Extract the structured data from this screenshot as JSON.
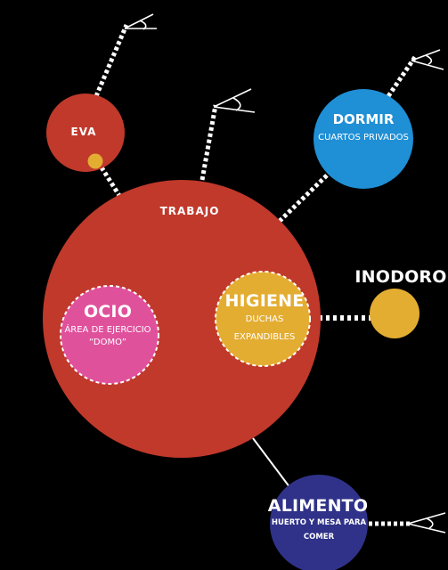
{
  "nodes": {
    "eva": {
      "label": "EVA"
    },
    "trabajo": {
      "label": "TRABAJO"
    },
    "dormir": {
      "label": "DORMIR",
      "sub": "CUARTOS PRIVADOS"
    },
    "inodoro": {
      "label": "INODORO"
    },
    "ocio": {
      "label": "OCIO",
      "sub1": "ÁREA DE EJERCICIO",
      "sub2": "“DOMO”"
    },
    "higiene": {
      "label": "HIGIENE",
      "sub1": "DUCHAS",
      "sub2": "EXPANDIBLES"
    },
    "alimento": {
      "label": "ALIMENTO",
      "sub1": "HUERTO Y MESA PARA",
      "sub2": "COMER"
    }
  },
  "colors": {
    "background": "#000000",
    "red": "#c0392b",
    "blue": "#1f8fd6",
    "yellow": "#e3ad32",
    "pink": "#e0519c",
    "navy": "#2f3288",
    "line": "#ffffff"
  },
  "icons": [
    "eye-icon-eva",
    "eye-icon-trabajo",
    "eye-icon-dormir",
    "eye-icon-alimento"
  ]
}
